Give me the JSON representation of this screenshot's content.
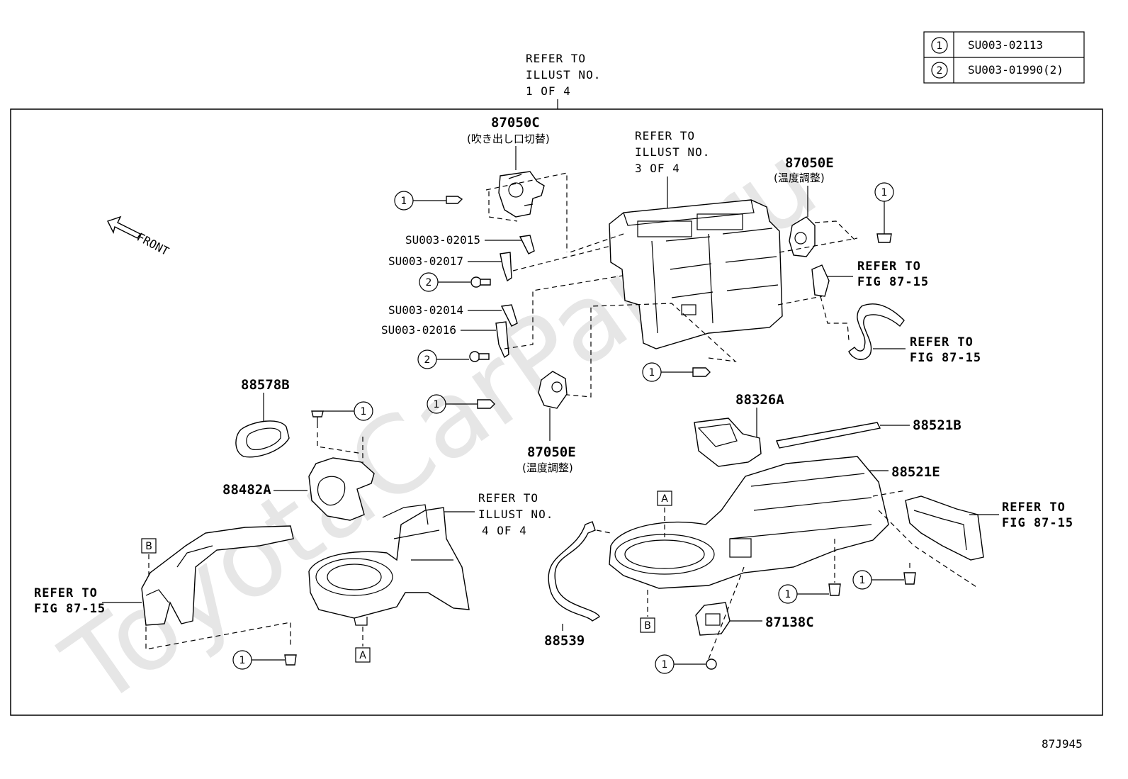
{
  "watermark": "ToyotaCarPart.ru",
  "legend": [
    {
      "num": "1",
      "code": "SU003-02113"
    },
    {
      "num": "2",
      "code": "SU003-01990(2)"
    }
  ],
  "refer_top": [
    "REFER TO",
    "ILLUST NO.",
    "1 OF 4"
  ],
  "refer_mid": [
    "REFER TO",
    "ILLUST NO.",
    "3 OF 4"
  ],
  "refer_low": [
    "REFER TO",
    "ILLUST NO.",
    "4 OF 4"
  ],
  "refer_fig_a": [
    "REFER TO",
    "FIG 87-15"
  ],
  "refer_fig_b": [
    "REFER TO",
    "FIG 87-15"
  ],
  "refer_fig_c": [
    "REFER TO",
    "FIG 87-15"
  ],
  "refer_fig_d": [
    "REFER TO",
    "FIG 87-15"
  ],
  "front_label": "FRONT",
  "parts": {
    "p87050C": "87050C",
    "p87050C_note": "(吹き出し口切替)",
    "p87050E_top": "87050E",
    "p87050E_top_note": "(温度調整)",
    "p87050E_bot": "87050E",
    "p87050E_bot_note": "(温度調整)",
    "su02015": "SU003-02015",
    "su02017": "SU003-02017",
    "su02014": "SU003-02014",
    "su02016": "SU003-02016",
    "p88578B": "88578B",
    "p88482A": "88482A",
    "p88326A": "88326A",
    "p88521B": "88521B",
    "p88521E": "88521E",
    "p87138C": "87138C",
    "p88539": "88539"
  },
  "callout_one": "1",
  "callout_two": "2",
  "box_a": "A",
  "box_b": "B",
  "figure_code": "87J945"
}
